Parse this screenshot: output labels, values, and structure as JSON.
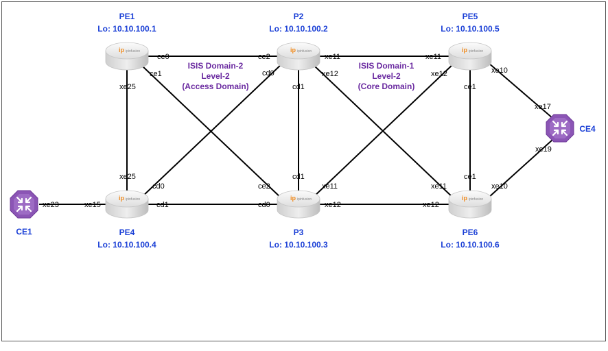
{
  "routers": {
    "pe1": {
      "name": "PE1",
      "lo": "Lo: 10.10.100.1"
    },
    "p2": {
      "name": "P2",
      "lo": "Lo: 10.10.100.2"
    },
    "pe5": {
      "name": "PE5",
      "lo": "Lo: 10.10.100.5"
    },
    "pe4": {
      "name": "PE4",
      "lo": "Lo: 10.10.100.4"
    },
    "p3": {
      "name": "P3",
      "lo": "Lo: 10.10.100.3"
    },
    "pe6": {
      "name": "PE6",
      "lo": "Lo: 10.10.100.6"
    },
    "logo_text": "ipinfusion"
  },
  "ce": {
    "ce1": {
      "name": "CE1"
    },
    "ce4": {
      "name": "CE4"
    }
  },
  "domains": {
    "d2": [
      "ISIS Domain-2",
      "Level-2",
      "(Access Domain)"
    ],
    "d1": [
      "ISIS Domain-1",
      "Level-2",
      "(Core Domain)"
    ]
  },
  "ifaces": {
    "pe1_ce0": "ce0",
    "pe1_ce1": "ce1",
    "pe1_xe25": "xe25",
    "p2_ce2": "ce2",
    "p2_cd0": "cd0",
    "p2_cd1": "cd1",
    "p2_xe11": "xe11",
    "p2_xe12": "xe12",
    "pe5_xe11": "xe11",
    "pe5_xe12": "xe12",
    "pe5_ce1": "ce1",
    "pe5_xe10": "xe10",
    "pe4_xe25": "xe25",
    "pe4_cd0": "cd0",
    "pe4_cd1": "cd1",
    "pe4_xe15": "xe15",
    "p3_ce2": "ce2",
    "p3_cd1": "cd1",
    "p3_xe11": "xe11",
    "p3_cd0": "cd0",
    "p3_xe12": "xe12",
    "pe6_xe11": "xe11",
    "pe6_ce1": "ce1",
    "pe6_xe10": "xe10",
    "pe6_xe12": "xe12",
    "ce1_xe23": "xe23",
    "ce4_xe17": "xe17",
    "ce4_xe19": "xe19"
  }
}
